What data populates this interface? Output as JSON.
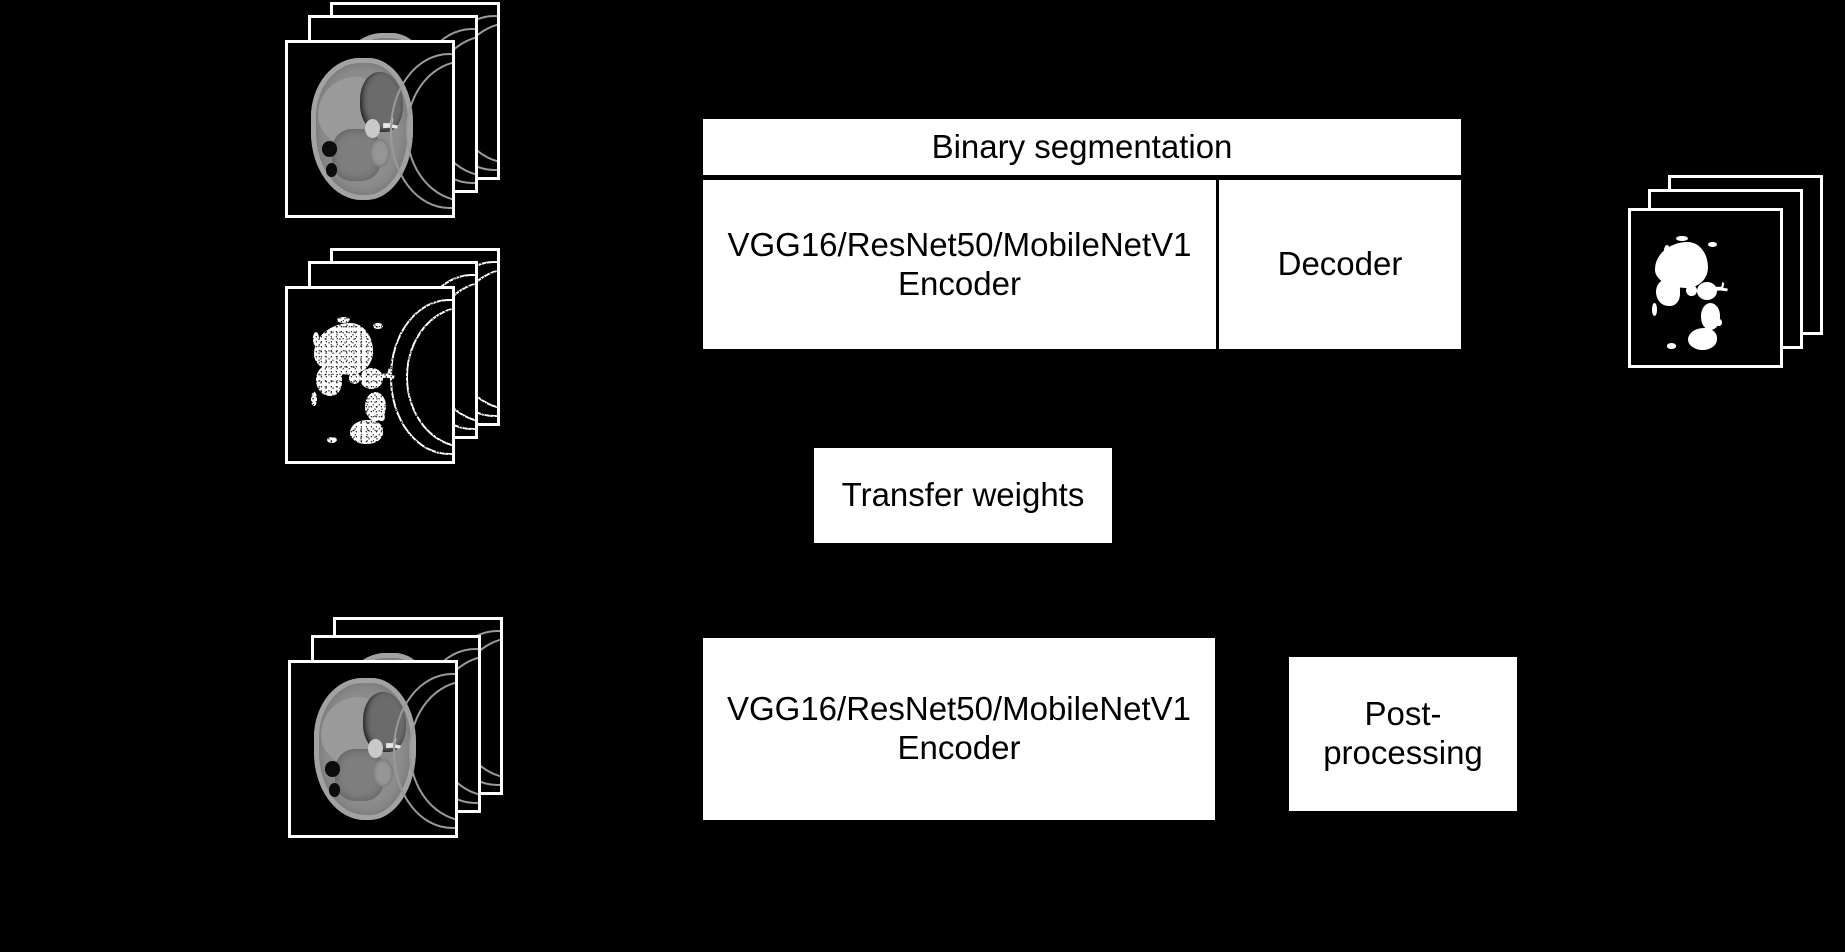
{
  "figure": {
    "background_color": "#000000",
    "box_fill_color": "#ffffff",
    "text_color": "#000000",
    "frame_color": "#ffffff"
  },
  "pipeline": {
    "binary_segmentation": {
      "title": "Binary segmentation",
      "encoder_label": "VGG16/ResNet50/MobileNetV1\nEncoder",
      "decoder_label": "Decoder"
    },
    "transfer": {
      "label": "Transfer weights"
    },
    "classification": {
      "encoder_label": "VGG16/ResNet50/MobileNetV1\nEncoder",
      "post_processing_label": "Post-\nprocessing"
    }
  },
  "image_stacks": [
    {
      "name": "input-ct-slices-top",
      "kind": "ct",
      "slice_count": 3
    },
    {
      "name": "binary-mask-slices",
      "kind": "binary",
      "slice_count": 3
    },
    {
      "name": "input-ct-slices-bottom",
      "kind": "ct",
      "slice_count": 3
    },
    {
      "name": "output-mask-slices",
      "kind": "binary-output",
      "slice_count": 3
    }
  ]
}
